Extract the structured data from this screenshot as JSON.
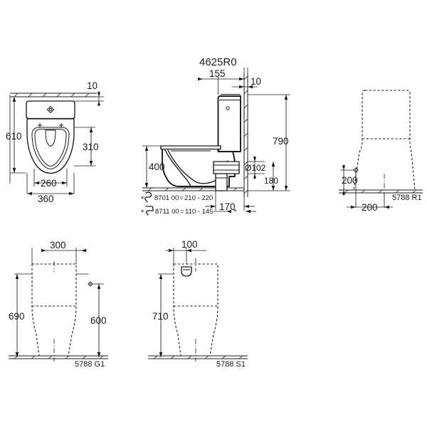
{
  "sheet": {
    "title": "4625R0",
    "background": "#ffffff",
    "line_color": "#1a1a1a"
  },
  "views": {
    "top_view": {
      "name": "Plan view of WC pan",
      "dimensions": {
        "overall_length": "610",
        "seat_offset": "310",
        "inner_width": "260",
        "outer_width": "360",
        "wall_gap": "10"
      }
    },
    "side_view": {
      "name": "Side section with cistern",
      "title": "4625R0",
      "dimensions": {
        "cistern_depth": "155",
        "wall_thickness": "10",
        "total_height": "790",
        "seat_height": "400",
        "outlet_diameter": "Ø102",
        "outlet_height": "180",
        "outlet_offset": "170"
      },
      "notes": [
        {
          "code": "8701 00",
          "equals": "=",
          "range": "210 - 220",
          "star": "*"
        },
        {
          "code": "8711 00",
          "equals": "=",
          "range": "110 - 145",
          "star": "*"
        }
      ]
    },
    "right_view": {
      "name": "Pedestal 5788 R1",
      "label": "5788 R1",
      "dimensions": {
        "height": "200",
        "width": "200"
      }
    },
    "bottom_left_view": {
      "name": "Pedestal 5788 G1",
      "label": "5788 G1",
      "dimensions": {
        "top_width": "300",
        "left_height": "690",
        "right_height": "600"
      }
    },
    "bottom_center_view": {
      "name": "Pedestal 5788 S1",
      "label": "5788 S1",
      "dimensions": {
        "top_width": "100",
        "height": "710"
      }
    }
  }
}
